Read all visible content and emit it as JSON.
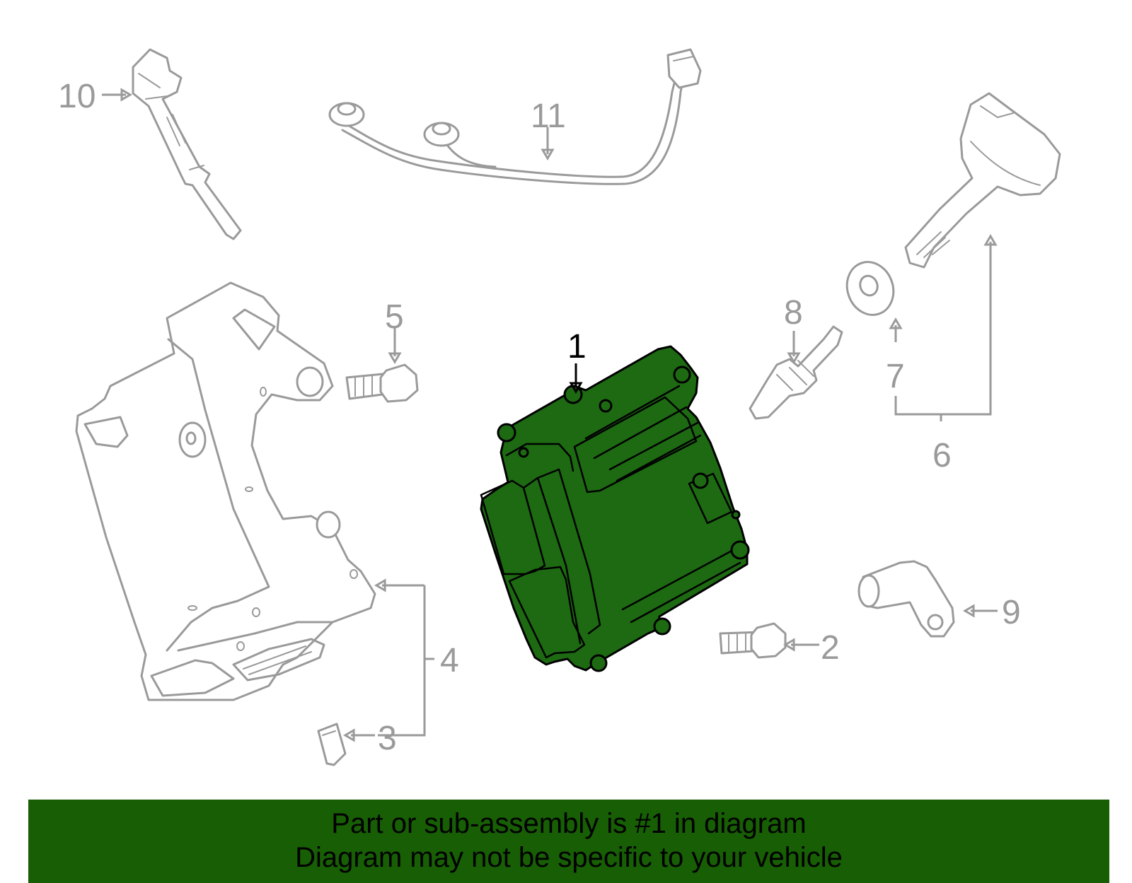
{
  "callouts": {
    "c1": "1",
    "c2": "2",
    "c3": "3",
    "c4": "4",
    "c5": "5",
    "c6": "6",
    "c7": "7",
    "c8": "8",
    "c9": "9",
    "c10": "10",
    "c11": "11"
  },
  "colors": {
    "highlight_part": "#1d6a12",
    "banner_background": "#175e05",
    "line_gray": "#9a9a9a"
  },
  "banner": {
    "line1": "Part or sub-assembly is #1 in diagram",
    "line2": "Diagram may not be specific to your vehicle"
  }
}
